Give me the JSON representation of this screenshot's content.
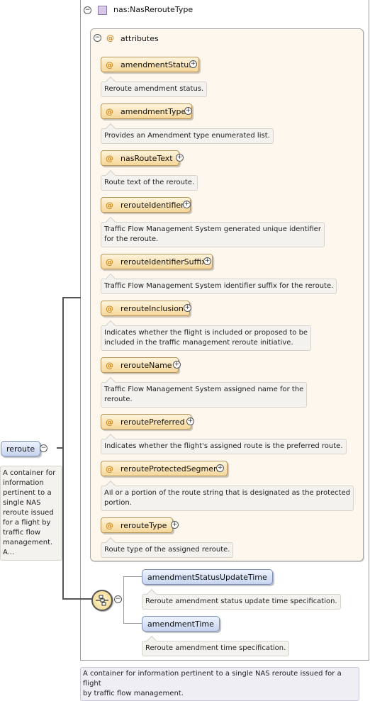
{
  "type": {
    "name": "nas:NasRerouteType"
  },
  "attributes_group": {
    "title": "attributes"
  },
  "attributes": [
    {
      "name": "amendmentStatus",
      "doc": "Reroute amendment status."
    },
    {
      "name": "amendmentType",
      "doc": "Provides an Amendment type enumerated list."
    },
    {
      "name": "nasRouteText",
      "doc": "Route text of the reroute."
    },
    {
      "name": "rerouteIdentifier",
      "doc_lines": [
        "Traffic Flow Management System generated unique identifier",
        "for the reroute."
      ]
    },
    {
      "name": "rerouteIdentifierSuffix",
      "doc": "Traffic Flow Management System identifier suffix for the reroute."
    },
    {
      "name": "rerouteInclusion",
      "doc_lines": [
        "Indicates whether the flight is included or proposed to be",
        "included in the traffic management reroute initiative."
      ]
    },
    {
      "name": "rerouteName",
      "doc_lines": [
        "Traffic Flow Management System assigned name for the",
        "reroute."
      ]
    },
    {
      "name": "reroutePreferred",
      "doc": "Indicates whether the flight's assigned route is the preferred route."
    },
    {
      "name": "rerouteProtectedSegment",
      "doc_lines": [
        "All or a portion of the route string that is designated as the protected",
        "portion."
      ]
    },
    {
      "name": "rerouteType",
      "doc": "Route type of the assigned reroute."
    }
  ],
  "root_element": {
    "name": "reroute",
    "doc_lines": [
      "A container for",
      "information",
      "pertinent to a",
      "single NAS",
      "reroute issued",
      "for a flight by",
      "traffic flow",
      "management.",
      "A..."
    ]
  },
  "sequence_elements": [
    {
      "name": "amendmentStatusUpdateTime",
      "doc": "Reroute amendment status update time specification."
    },
    {
      "name": "amendmentTime",
      "doc": "Reroute amendment time specification."
    }
  ],
  "type_doc_lines": [
    "A container for information pertinent to a single NAS reroute issued for a flight",
    "by traffic flow management."
  ],
  "glyphs": {
    "attribute": "@",
    "collapse": "−",
    "expand": "+"
  },
  "colors": {
    "attribute_fill": "#f5d79a",
    "element_fill": "#c7d4ef",
    "group_bg": "#fdf7ee"
  }
}
